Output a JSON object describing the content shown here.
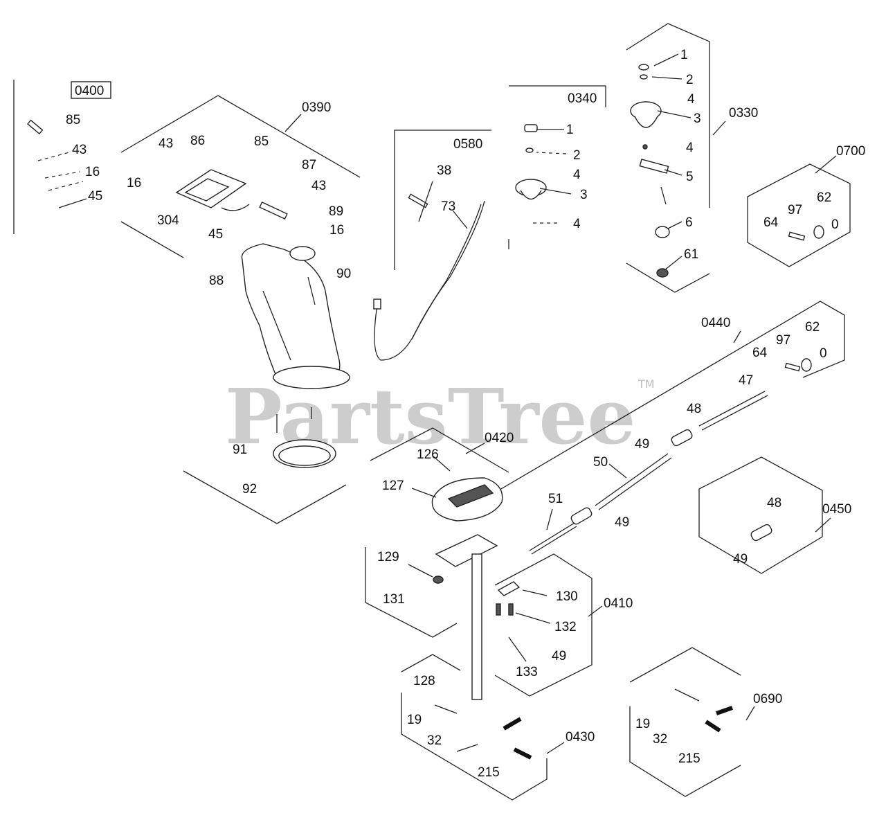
{
  "watermark": {
    "text": "PartsTree",
    "tm": "TM"
  },
  "groups": {
    "g0400": "0400",
    "g0390": "0390",
    "g0580": "0580",
    "g0340": "0340",
    "g0330": "0330",
    "g0700": "0700",
    "g0440": "0440",
    "g0420": "0420",
    "g0450": "0450",
    "g0410": "0410",
    "g0430": "0430",
    "g0690": "0690"
  },
  "labels": {
    "l85a": "85",
    "l43a": "43",
    "l16a": "16",
    "l45a": "45",
    "l43b": "43",
    "l86": "86",
    "l85b": "85",
    "l16b": "16",
    "l304": "304",
    "l45b": "45",
    "l87": "87",
    "l43c": "43",
    "l89": "89",
    "l16c": "16",
    "l88": "88",
    "l90": "90",
    "l91": "91",
    "l92": "92",
    "l38": "38",
    "l73": "73",
    "l1a": "1",
    "l2a": "2",
    "l4a": "4",
    "l3a": "3",
    "l4b": "4",
    "l1b": "1",
    "l2b": "2",
    "l4c": "4",
    "l3b": "3",
    "l4d": "4",
    "l5": "5",
    "l6": "6",
    "l61": "61",
    "l62a": "62",
    "l97a": "97",
    "l64a": "64",
    "l0a": "0",
    "l62b": "62",
    "l97b": "97",
    "l64b": "64",
    "l0b": "0",
    "l47": "47",
    "l48a": "48",
    "l49a": "49",
    "l50": "50",
    "l51": "51",
    "l49b": "49",
    "l48b": "48",
    "l49c": "49",
    "l126": "126",
    "l127": "127",
    "l129": "129",
    "l131": "131",
    "l130": "130",
    "l132": "132",
    "l49d": "49",
    "l133": "133",
    "l128": "128",
    "l19a": "19",
    "l32a": "32",
    "l215a": "215",
    "l19b": "19",
    "l32b": "32",
    "l215b": "215"
  }
}
